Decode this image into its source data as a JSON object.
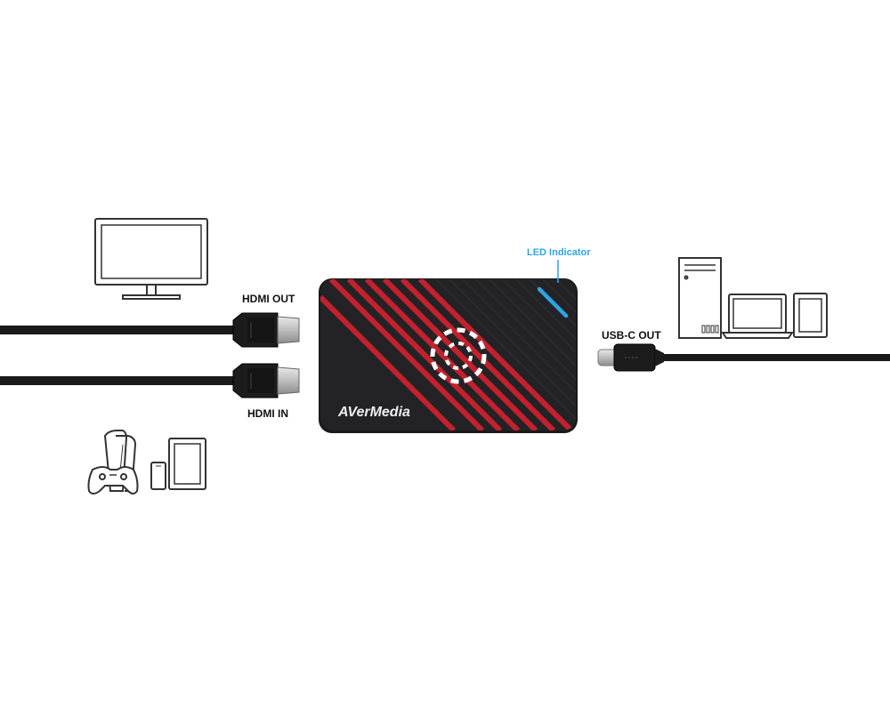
{
  "labels": {
    "hdmi_out": "HDMI OUT",
    "hdmi_in": "HDMI IN",
    "usbc_out": "USB-C OUT",
    "led_indicator": "LED Indicator"
  },
  "device": {
    "brand": "AVerMedia",
    "body_color": "#232326",
    "stripe_color": "#c4202e",
    "led_color": "#2ea3e6"
  },
  "icons": {
    "left_top": [
      "monitor-icon"
    ],
    "left_bottom": [
      "game-console-icon",
      "gamepad-icon",
      "smartphone-icon",
      "tablet-icon"
    ],
    "right": [
      "desktop-tower-icon",
      "laptop-icon",
      "tablet-icon"
    ]
  },
  "colors": {
    "cable": "#1a1a1a",
    "outline": "#333333",
    "accent_text": "#2ea3e6"
  }
}
